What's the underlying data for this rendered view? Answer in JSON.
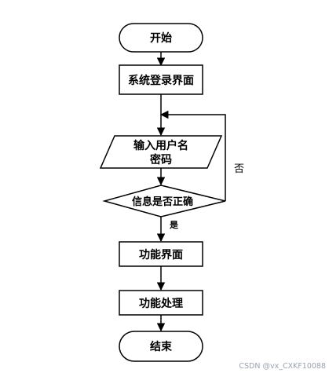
{
  "flowchart": {
    "start": "开始",
    "login_screen": "系统登录界面",
    "input_line1": "输入用户名",
    "input_line2": "密码",
    "decision": "信息是否正确",
    "yes_label": "是",
    "no_label": "否",
    "function_screen": "功能界面",
    "function_process": "功能处理",
    "end": "结束"
  },
  "watermark": "CSDN @vx_CXKF10088"
}
